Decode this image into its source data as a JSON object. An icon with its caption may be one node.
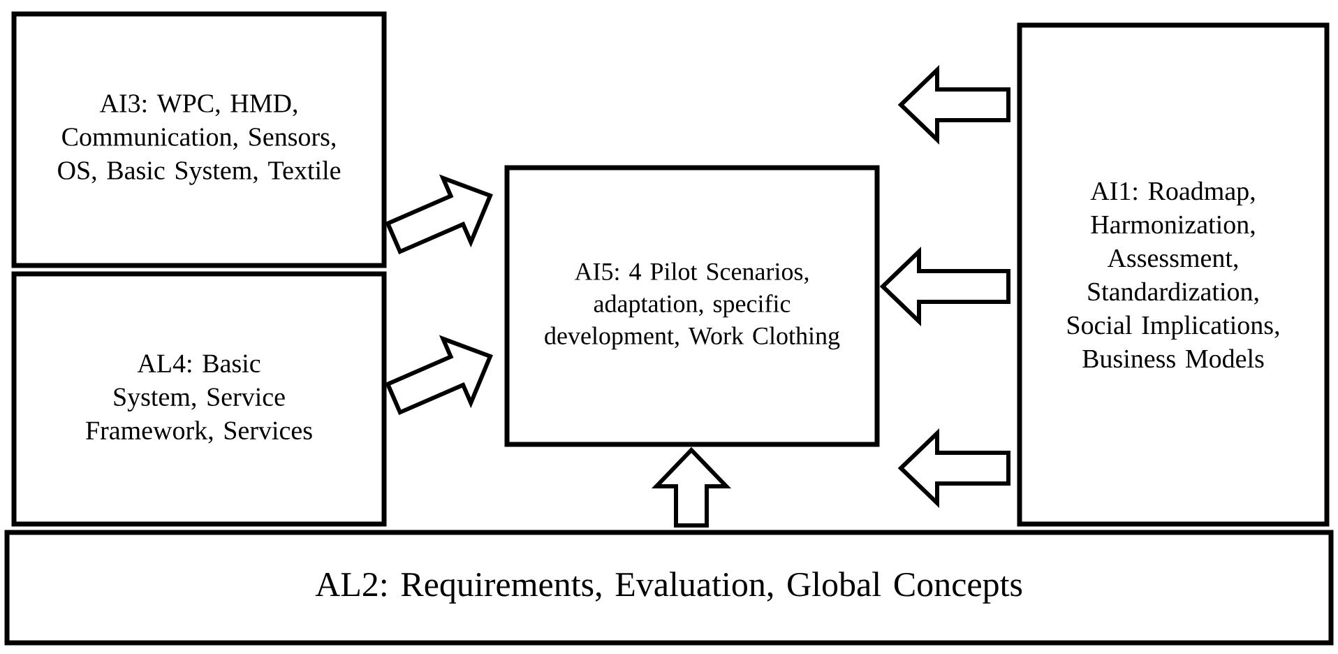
{
  "diagram": {
    "nodes": [
      {
        "text": [
          "AI3: WPC, HMD, Communication, Sensors, OS, Basic System, Textile"
        ]
      },
      {
        "text": [
          "AL4: Basic System, Service Framework, Services"
        ]
      },
      {
        "text": [
          "AI5: 4 Pilot Scenarios, adaptation, specific development, Work Clothing"
        ]
      },
      {
        "text": [
          "AI1: Roadmap, Harmonization, Assessment, Standardization, Social Implications, Business Models"
        ]
      },
      {
        "text": [
          "AL2: Requirements, Evaluation, Global Concepts"
        ]
      }
    ],
    "edges": [
      {
        "from": 0,
        "to": 2,
        "arrow": "to"
      },
      {
        "from": 1,
        "to": 2,
        "arrow": "to"
      },
      {
        "from": 3,
        "to": 2,
        "arrow": "to"
      },
      {
        "from": 3,
        "to": 2,
        "arrow": "to"
      },
      {
        "from": 3,
        "to": 2,
        "arrow": "to"
      },
      {
        "from": 4,
        "to": 2,
        "arrow": "to"
      }
    ]
  }
}
